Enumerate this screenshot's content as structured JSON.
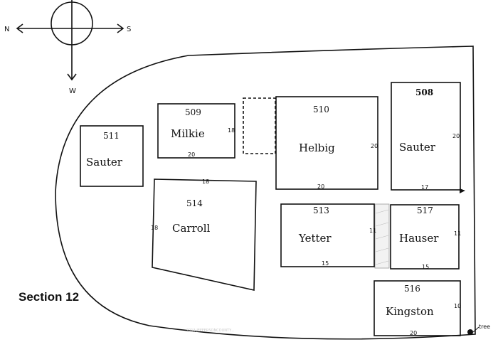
{
  "section": "Section 12",
  "compass": {
    "n": "N",
    "s": "S",
    "w": "W"
  },
  "lots": [
    {
      "number": "511",
      "name": "Sauter"
    },
    {
      "number": "509",
      "name": "Milkie",
      "dims": [
        "18",
        "20"
      ]
    },
    {
      "number": "510",
      "name": "Helbig",
      "dims": [
        "20",
        "20"
      ]
    },
    {
      "number": "508",
      "name": "Sauter",
      "dims": [
        "20",
        "17"
      ]
    },
    {
      "number": "514",
      "name": "Carroll",
      "dims": [
        "18",
        "18"
      ]
    },
    {
      "number": "513",
      "name": "Yetter",
      "dims": [
        "11",
        "15"
      ]
    },
    {
      "number": "517",
      "name": "Hauser",
      "dims": [
        "11",
        "15"
      ]
    },
    {
      "number": "516",
      "name": "Kingston",
      "dims": [
        "10",
        "20"
      ]
    }
  ],
  "markers": {
    "tree": "tree"
  },
  "watermark": "2013 JEFFERSONCOUNTY..."
}
